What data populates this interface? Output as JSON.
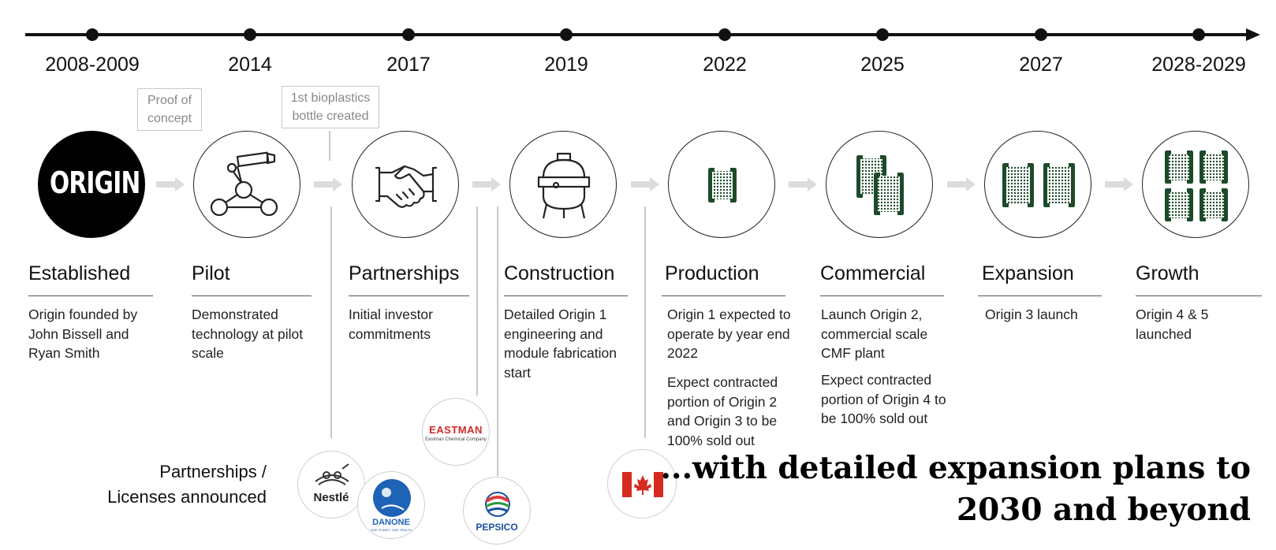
{
  "timeline": {
    "years": [
      "2008-2009",
      "2014",
      "2017",
      "2019",
      "2022",
      "2025",
      "2027",
      "2028-2029"
    ]
  },
  "annotations": {
    "proof_of_concept": [
      "Proof of",
      "concept"
    ],
    "first_bottle": [
      "1st bioplastics",
      "bottle created"
    ]
  },
  "logo": {
    "text": "ORIGIN"
  },
  "stages": [
    {
      "title": "Established",
      "desc": "Origin founded by John Bissell and Ryan Smith"
    },
    {
      "title": "Pilot",
      "desc": "Demonstrated technology at pilot scale"
    },
    {
      "title": "Partnerships",
      "desc": "Initial investor commitments"
    },
    {
      "title": "Construction",
      "desc": "Detailed Origin 1 engineering and module fabrication start"
    },
    {
      "title": "Production",
      "desc": "Origin 1 expected to operate by year end 2022",
      "desc2": "Expect contracted portion of Origin 2 and Origin 3 to be 100% sold out"
    },
    {
      "title": "Commercial",
      "desc": "Launch Origin 2, commercial scale CMF plant",
      "desc2": "Expect contracted portion of Origin 4 to be 100% sold out"
    },
    {
      "title": "Expansion",
      "desc": "Origin 3 launch"
    },
    {
      "title": "Growth",
      "desc": "Origin 4 & 5 launched"
    }
  ],
  "partners": {
    "label_line1": "Partnerships /",
    "label_line2": "Licenses announced",
    "nestle": "Nestlé",
    "danone": "DANONE",
    "danone_tagline": "ONE PLANET. ONE HEALTH",
    "eastman": "EASTMAN",
    "eastman_sub": "Eastman Chemical Company",
    "pepsico": "PEPSICO"
  },
  "headline": {
    "line1": "...with detailed expansion plans to",
    "line2": "2030 and beyond"
  },
  "colors": {
    "brand_green": "#1d4a2a",
    "axis": "#111111",
    "arrow_grey": "#dcdcdc",
    "connector_grey": "#c8c8c8"
  },
  "icons": [
    "origin-logo",
    "robot-arm-icon",
    "handshake-icon",
    "reactor-tank-icon",
    "plant-module-icon"
  ]
}
